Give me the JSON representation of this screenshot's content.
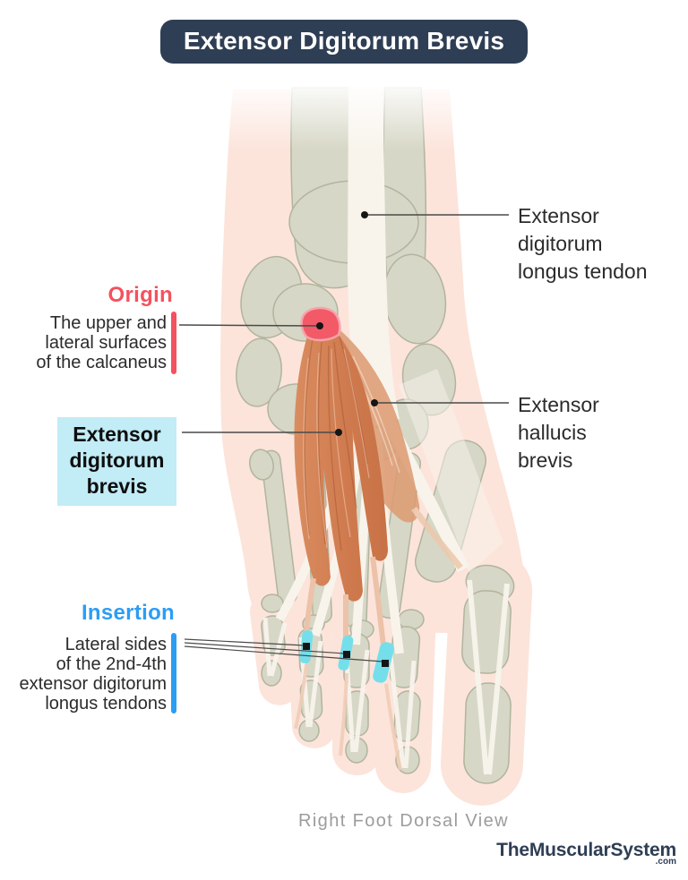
{
  "title": "Extensor Digitorum Brevis",
  "annotations": {
    "origin": {
      "heading": "Origin",
      "description": "The upper and\nlateral surfaces\nof the calcaneus"
    },
    "muscle_label": "Extensor\ndigitorum\nbrevis",
    "insertion": {
      "heading": "Insertion",
      "description": "Lateral sides\nof the 2nd-4th\nextensor digitorum\nlongus tendons"
    },
    "edl_tendon": "Extensor\ndigitorum\nlongus tendon",
    "ehb": "Extensor\nhallucis\nbrevis"
  },
  "caption": "Right Foot Dorsal View",
  "branding": {
    "name": "TheMuscularSystem",
    "suffix": ".com"
  },
  "colors": {
    "banner_bg": "#2e3e54",
    "banner_text": "#ffffff",
    "origin_accent": "#f4515f",
    "insertion_accent": "#2d9df3",
    "muscle_label_bg": "#c2ecf6",
    "origin_marker": "#f25a68",
    "insertion_marker": "#74dfeb",
    "muscle_fill": "#cf7a4e",
    "ehb_fill": "#dd9d74",
    "skin": "#fce4db",
    "bone": "#d6d7c6",
    "tendon": "#f8f4ec",
    "caption_text": "#9c9c9c"
  }
}
